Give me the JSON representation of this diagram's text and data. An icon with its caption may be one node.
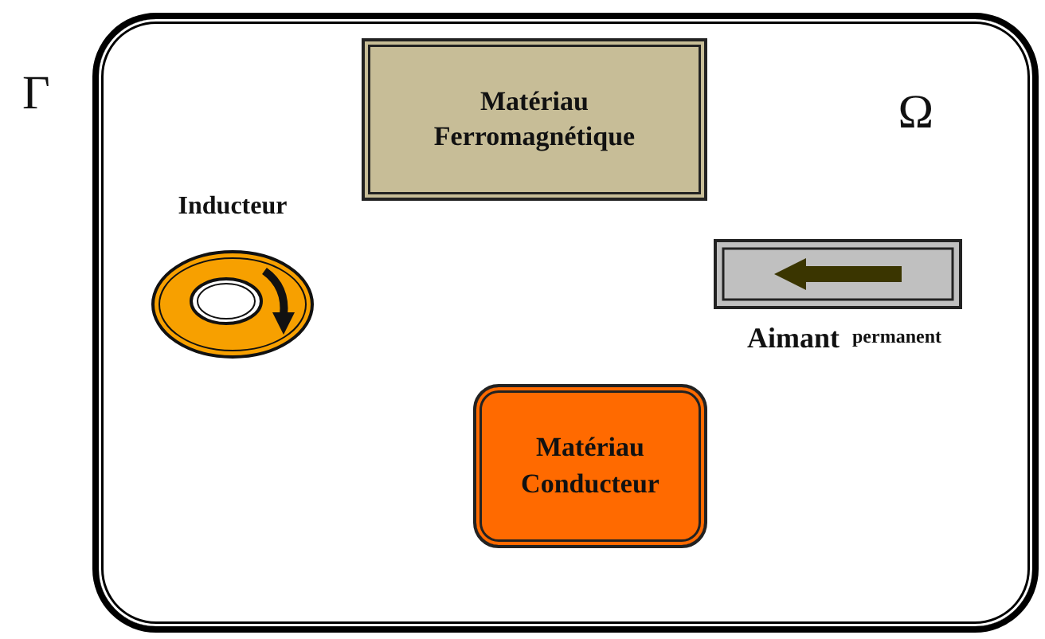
{
  "diagram": {
    "nodes": [
      {
        "text": [
          "Ω"
        ],
        "beside": [
          "Γ"
        ]
      },
      {
        "text": [
          "Matériau Ferromagnétique"
        ],
        "in": 0
      },
      {
        "text": [
          "Inducteur"
        ],
        "in": 0
      },
      {
        "text": [
          "Aimant",
          "permanent"
        ],
        "in": 0
      },
      {
        "text": [
          "Matériau Conducteur"
        ],
        "in": 0
      }
    ]
  }
}
